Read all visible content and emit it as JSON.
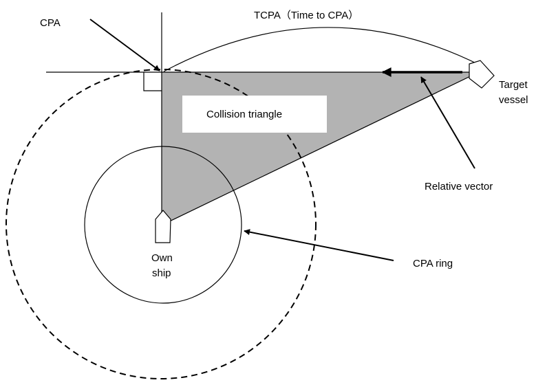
{
  "diagram": {
    "labels": {
      "cpa": "CPA",
      "tcpa": "TCPA（Time to CPA）",
      "collision_triangle": "Collision triangle",
      "target_vessel_line1": "Target",
      "target_vessel_line2": "vessel",
      "relative_vector": "Relative vector",
      "own_ship_line1": "Own",
      "own_ship_line2": "ship",
      "cpa_ring": "CPA ring"
    },
    "colors": {
      "triangle_fill": "#b3b3b3",
      "line": "#000000",
      "background": "#ffffff"
    }
  }
}
